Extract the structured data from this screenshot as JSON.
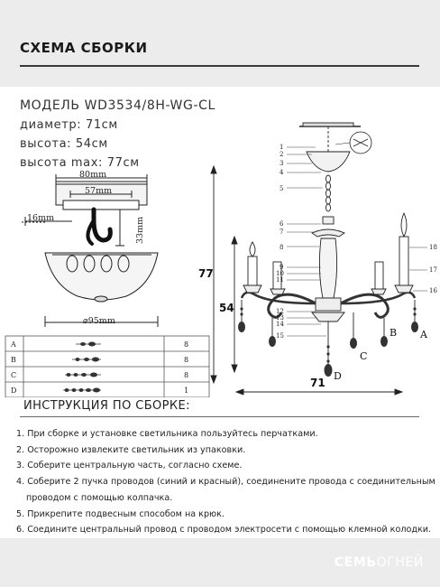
{
  "header": {
    "title": "СХЕМА СБОРКИ"
  },
  "specs": {
    "model": "МОДЕЛЬ WD3534/8H-WG-CL",
    "diameter": "диаметр: 71см",
    "height": "высота: 54см",
    "height_max": "высота max: 77см"
  },
  "bracket_drawing": {
    "dim_80": "80mm",
    "dim_57": "57mm",
    "dim_16": "16mm",
    "dim_33": "33mm",
    "dim_95": "⌀95mm"
  },
  "parts_table": {
    "rows": [
      {
        "label": "A",
        "qty": "8"
      },
      {
        "label": "B",
        "qty": "8"
      },
      {
        "label": "C",
        "qty": "8"
      },
      {
        "label": "D",
        "qty": "1"
      }
    ]
  },
  "chandelier_drawing": {
    "callouts_left": [
      "1",
      "2",
      "3",
      "4",
      "5",
      "6",
      "7",
      "8",
      "9",
      "10",
      "11",
      "12",
      "13",
      "14",
      "15"
    ],
    "callouts_right": [
      "18",
      "17",
      "16"
    ],
    "pendant_labels": {
      "a": "A",
      "b": "B",
      "c": "C",
      "d": "D"
    },
    "dim_total": "77",
    "dim_height": "54",
    "dim_width": "71"
  },
  "instructions": {
    "title": "ИНСТРУКЦИЯ ПО СБОРКЕ:",
    "steps": [
      "1. При сборке и установке светильника пользуйтесь перчатками.",
      "2. Осторожно извлеките светильник из упаковки.",
      "3. Соберите центральную часть, согласно схеме.",
      "4. Соберите 2 пучка проводов (синий и красный), соединените провода с соединительным",
      "проводом с помощью колпачка.",
      "5. Прикрепите подвесным способом  на крюк.",
      "6. Соедините центральный провод с проводом электросети с помощью клемной колодки."
    ]
  },
  "footer": {
    "brand_bold": "СЕМЬ",
    "brand_light": "ОГНЕЙ"
  },
  "colors": {
    "panel": "#ececec",
    "ink": "#1a1a1a",
    "accent_line": "#3a3a3a"
  }
}
